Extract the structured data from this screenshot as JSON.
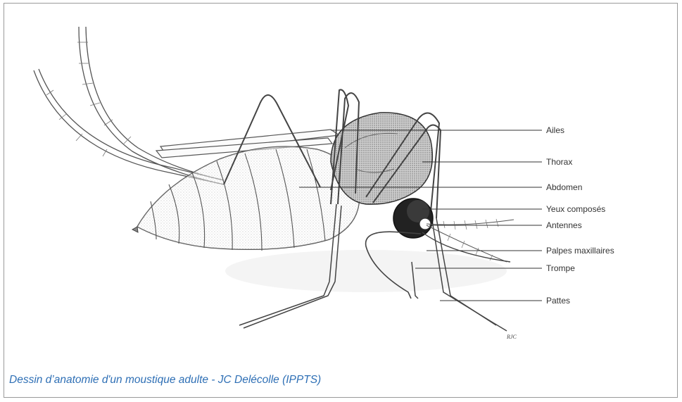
{
  "labels": {
    "ailes": "Ailes",
    "thorax": "Thorax",
    "abdomen": "Abdomen",
    "yeux": "Yeux composés",
    "antennes": "Antennes",
    "palpes": "Palpes maxillaires",
    "trompe": "Trompe",
    "pattes": "Pattes"
  },
  "signature": "RJC",
  "caption": "Dessin d’anatomie d'un moustique adulte - JC Delécolle (IPPTS)",
  "colors": {
    "caption": "#2e6fb5",
    "frame": "#9a9a9a",
    "ink": "#333333"
  }
}
